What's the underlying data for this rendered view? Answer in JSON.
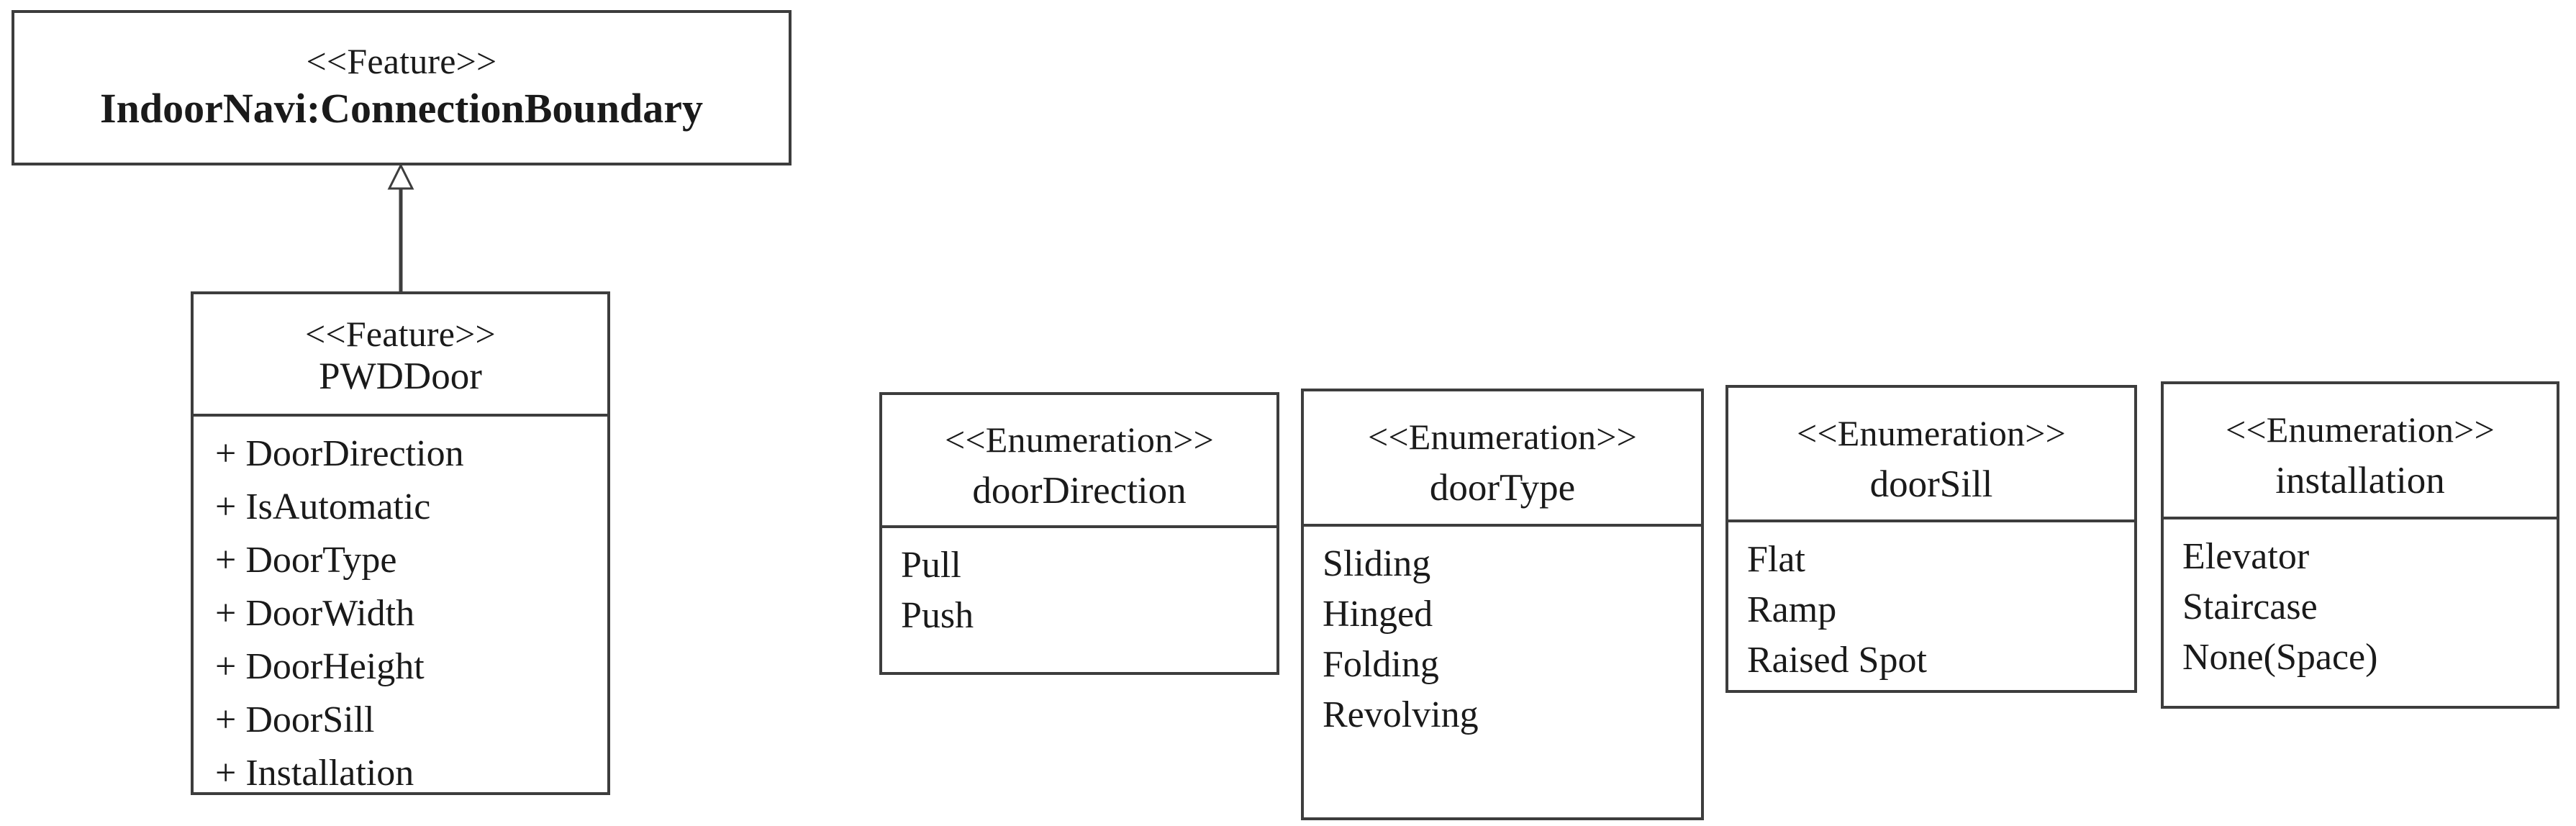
{
  "diagram": {
    "type": "uml-class-diagram",
    "title": "PWDDoor feature and enumerations"
  },
  "classes": [
    {
      "id": "connection-boundary",
      "stereotype": "<<Feature>>",
      "name": "IndoorNavi:ConnectionBoundary",
      "bold_name": true,
      "attributes": []
    },
    {
      "id": "pwddoor",
      "stereotype": "<<Feature>>",
      "name": "PWDDoor",
      "bold_name": false,
      "attributes": [
        "+ DoorDirection",
        "+ IsAutomatic",
        "+ DoorType",
        "+ DoorWidth",
        "+ DoorHeight",
        "+ DoorSill",
        "+ Installation"
      ]
    }
  ],
  "enumerations": [
    {
      "id": "doordirection",
      "stereotype": "<<Enumeration>>",
      "name": "doorDirection",
      "literals": [
        "Pull",
        "Push"
      ]
    },
    {
      "id": "doortype",
      "stereotype": "<<Enumeration>>",
      "name": "doorType",
      "literals": [
        "Sliding",
        "Hinged",
        "Folding",
        "Revolving"
      ]
    },
    {
      "id": "doorsill",
      "stereotype": "<<Enumeration>>",
      "name": "doorSill",
      "literals": [
        "Flat",
        "Ramp",
        "Raised Spot"
      ]
    },
    {
      "id": "installation",
      "stereotype": "<<Enumeration>>",
      "name": "installation",
      "literals": [
        "Elevator",
        "Staircase",
        "None(Space)"
      ]
    }
  ],
  "relationships": [
    {
      "id": "generalization-pwddoor-connectionboundary",
      "kind": "generalization",
      "arrowhead": "hollow-triangle",
      "from": "pwddoor",
      "to": "connection-boundary"
    }
  ],
  "colors": {
    "stroke": "#3d3d3d",
    "fill": "#ffffff",
    "text": "#1a1a1a"
  }
}
